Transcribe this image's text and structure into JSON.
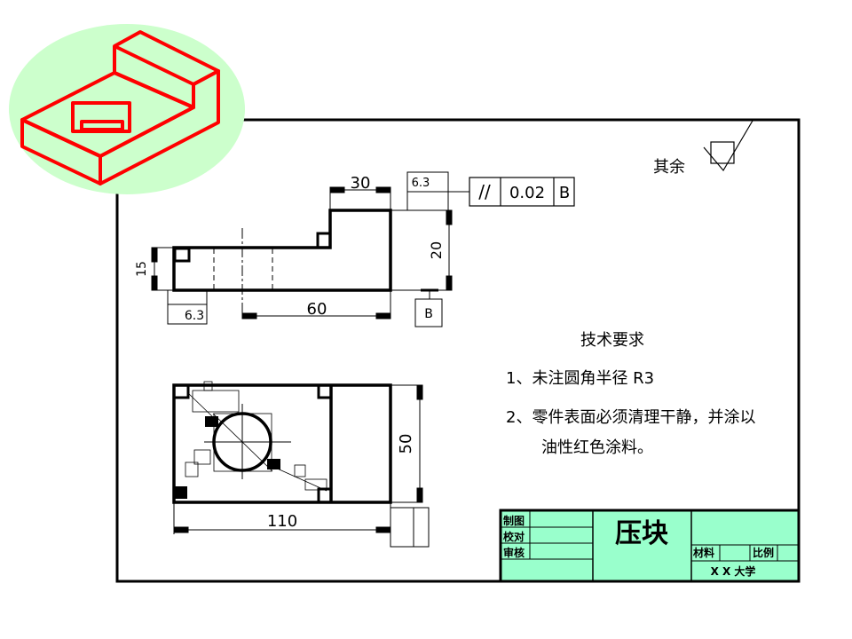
{
  "title_block": {
    "drawn_label": "制图",
    "checked_label": "校对",
    "approved_label": "审核",
    "part_name": "压块",
    "material_label": "材料",
    "scale_label": "比例",
    "institution": "X X 大学"
  },
  "surface_finish": {
    "label": "其余"
  },
  "tolerance_frame": {
    "symbol": "//",
    "value": "0.02",
    "datum": "B"
  },
  "datum_labels": {
    "top_ref": "B"
  },
  "dimension_labels": {
    "top_step_width": "30",
    "front_length": "60",
    "left_height": "15",
    "right_height": "20",
    "bottom_length": "110",
    "top_view_height": "50",
    "roughness_top": "6.3",
    "roughness_left": "6.3"
  },
  "tech_requirements": {
    "heading": "技术要求",
    "item1": "1、未注圆角半径  R3",
    "item2a": "2、零件表面必须清理干静，并涂以",
    "item2b": "油性红色涂料。"
  },
  "colors": {
    "iso_outline": "#ff0000",
    "iso_bubble": "#ccffcc",
    "title_fill": "#99ffcc",
    "line": "#000000"
  },
  "icons": {
    "surface_finish": "roughness-check-icon"
  }
}
